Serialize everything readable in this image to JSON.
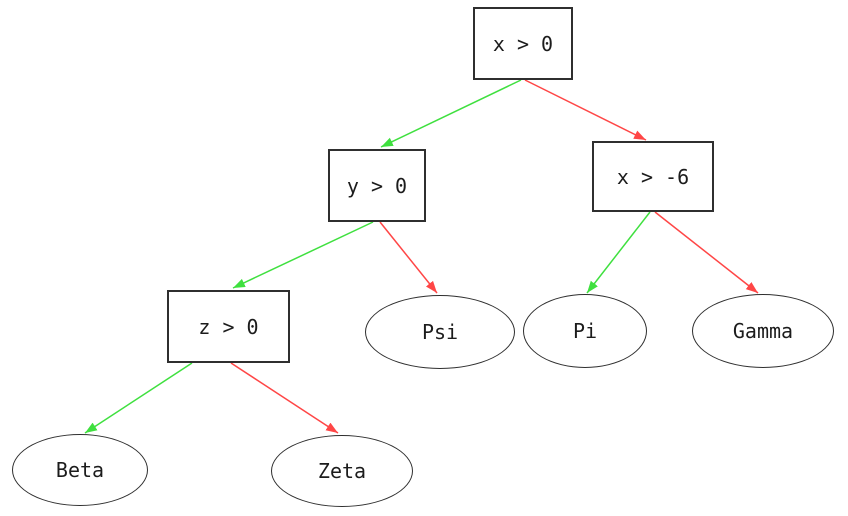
{
  "diagram": {
    "kind": "decision-tree",
    "nodes": {
      "root": {
        "label": "x > 0",
        "shape": "box"
      },
      "y0": {
        "label": "y > 0",
        "shape": "box"
      },
      "xm6": {
        "label": "x > -6",
        "shape": "box"
      },
      "z0": {
        "label": "z > 0",
        "shape": "box"
      },
      "psi": {
        "label": "Psi",
        "shape": "ellipse"
      },
      "pi": {
        "label": "Pi",
        "shape": "ellipse"
      },
      "gamma": {
        "label": "Gamma",
        "shape": "ellipse"
      },
      "beta": {
        "label": "Beta",
        "shape": "ellipse"
      },
      "zeta": {
        "label": "Zeta",
        "shape": "ellipse"
      }
    },
    "edges": [
      {
        "from": "x > 0",
        "to": "y > 0",
        "color": "green"
      },
      {
        "from": "x > 0",
        "to": "x > -6",
        "color": "red"
      },
      {
        "from": "y > 0",
        "to": "z > 0",
        "color": "green"
      },
      {
        "from": "y > 0",
        "to": "Psi",
        "color": "red"
      },
      {
        "from": "x > -6",
        "to": "Pi",
        "color": "green"
      },
      {
        "from": "x > -6",
        "to": "Gamma",
        "color": "red"
      },
      {
        "from": "z > 0",
        "to": "Beta",
        "color": "green"
      },
      {
        "from": "z > 0",
        "to": "Zeta",
        "color": "red"
      }
    ],
    "colors": {
      "true_branch": "#3fe03f",
      "false_branch": "#ff4646",
      "node_border": "#2f2f2f",
      "text": "#1c1c1c",
      "background": "#ffffff"
    }
  }
}
